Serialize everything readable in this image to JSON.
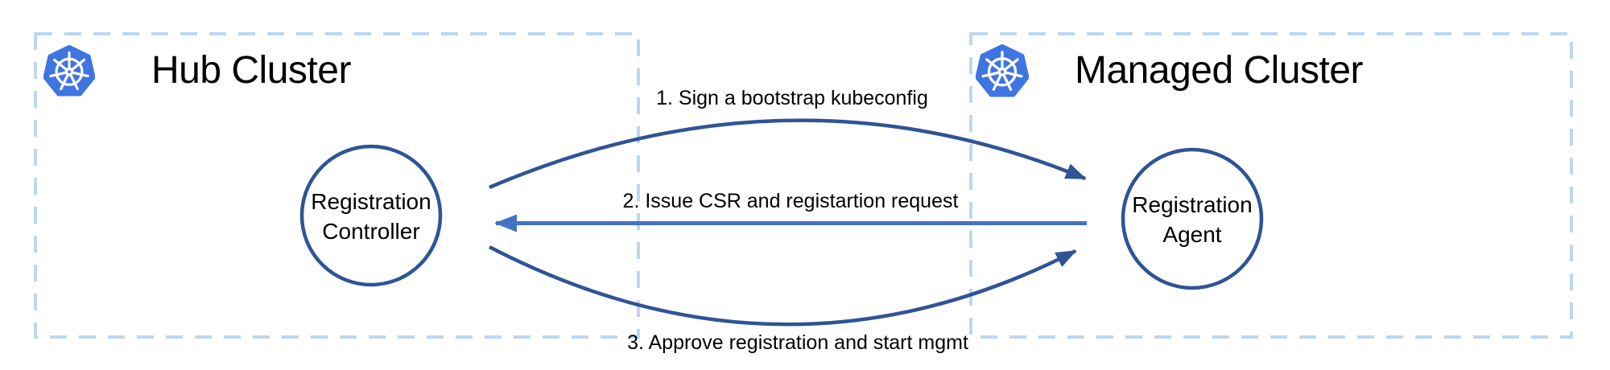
{
  "colors": {
    "box_border": "#BDD7EE",
    "dark_stroke": "#2F5496",
    "bright_arrow": "#4472C4",
    "kubernetes_blue": "#3F74E3",
    "text": "#000000",
    "node_fill": "#FFFFFF"
  },
  "hub_cluster": {
    "title": "Hub Cluster",
    "icon": "kubernetes-icon",
    "node": {
      "line1": "Registration",
      "line2": "Controller"
    }
  },
  "managed_cluster": {
    "title": "Managed Cluster",
    "icon": "kubernetes-icon",
    "node": {
      "line1": "Registration",
      "line2": "Agent"
    }
  },
  "flows": [
    {
      "label": "1. Sign a bootstrap kubeconfig",
      "from": "registration-controller",
      "to": "registration-agent",
      "style": "curved-up"
    },
    {
      "label": "2. Issue CSR and registartion request",
      "from": "registration-agent",
      "to": "registration-controller",
      "style": "straight"
    },
    {
      "label": "3. Approve registration and start mgmt",
      "from": "registration-controller",
      "to": "registration-agent",
      "style": "curved-down"
    }
  ]
}
